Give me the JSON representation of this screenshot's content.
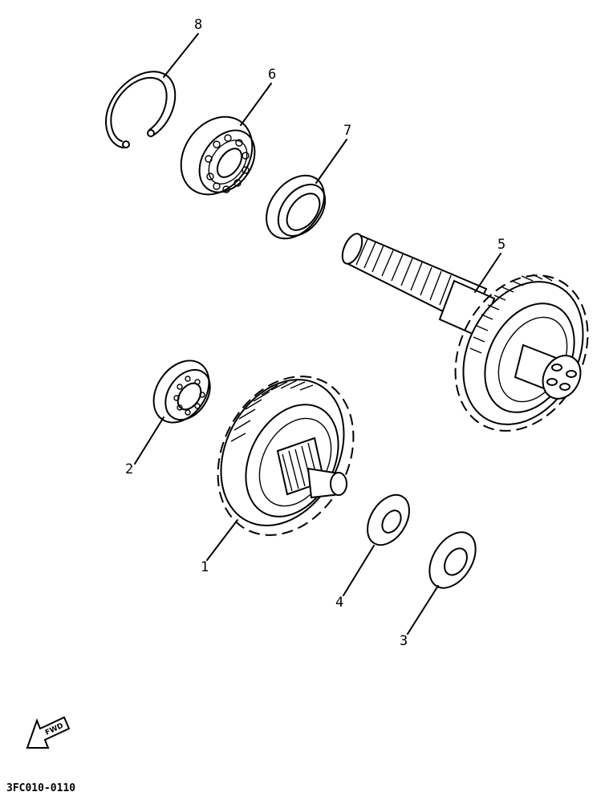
{
  "callouts": {
    "p1": "1",
    "p2": "2",
    "p3": "3",
    "p4": "4",
    "p5": "5",
    "p6": "6",
    "p7": "7",
    "p8": "8"
  },
  "footer": {
    "diagram_code": "3FC010-0110",
    "fwd_label": "FWD"
  },
  "icons": {
    "direction": "fwd-arrow-icon"
  }
}
